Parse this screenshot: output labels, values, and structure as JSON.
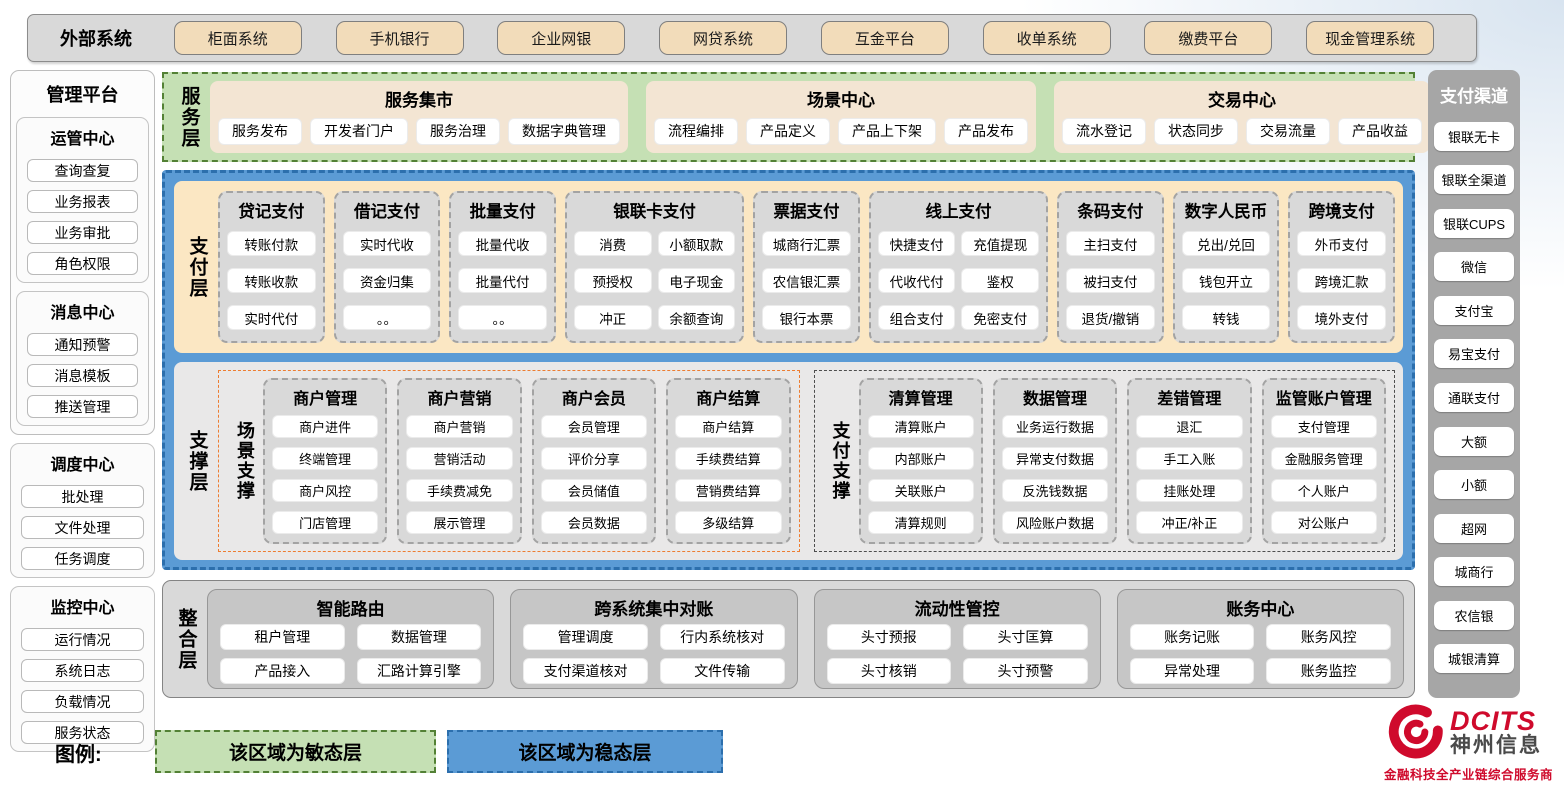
{
  "external": {
    "label": "外部系统",
    "systems": [
      "柜面系统",
      "手机银行",
      "企业网银",
      "网贷系统",
      "互金平台",
      "收单系统",
      "缴费平台",
      "现金管理系统"
    ]
  },
  "management": {
    "title": "管理平台",
    "groups": [
      {
        "title": "运管中心",
        "items": [
          "查询查复",
          "业务报表",
          "业务审批",
          "角色权限"
        ]
      },
      {
        "title": "消息中心",
        "items": [
          "通知预警",
          "消息模板",
          "推送管理"
        ]
      },
      {
        "title": "调度中心",
        "items": [
          "批处理",
          "文件处理",
          "任务调度"
        ]
      },
      {
        "title": "监控中心",
        "items": [
          "运行情况",
          "系统日志",
          "负载情况",
          "服务状态"
        ]
      }
    ]
  },
  "service_layer": {
    "label": "服务层",
    "centers": [
      {
        "title": "服务集市",
        "items": [
          "服务发布",
          "开发者门户",
          "服务治理",
          "数据字典管理"
        ]
      },
      {
        "title": "场景中心",
        "items": [
          "流程编排",
          "产品定义",
          "产品上下架",
          "产品发布"
        ]
      },
      {
        "title": "交易中心",
        "items": [
          "流水登记",
          "状态同步",
          "交易流量",
          "产品收益"
        ]
      }
    ]
  },
  "payment_layer": {
    "label": "支付层",
    "columns": [
      {
        "title": "贷记支付",
        "cols": 1,
        "items": [
          "转账付款",
          "转账收款",
          "实时代付"
        ]
      },
      {
        "title": "借记支付",
        "cols": 1,
        "items": [
          "实时代收",
          "资金归集",
          "。。"
        ]
      },
      {
        "title": "批量支付",
        "cols": 1,
        "items": [
          "批量代收",
          "批量代付",
          "。。"
        ]
      },
      {
        "title": "银联卡支付",
        "cols": 2,
        "items": [
          "消费",
          "小额取款",
          "预授权",
          "电子现金",
          "冲正",
          "余额查询"
        ]
      },
      {
        "title": "票据支付",
        "cols": 1,
        "items": [
          "城商行汇票",
          "农信银汇票",
          "银行本票"
        ]
      },
      {
        "title": "线上支付",
        "cols": 2,
        "items": [
          "快捷支付",
          "充值提现",
          "代收代付",
          "鉴权",
          "组合支付",
          "免密支付"
        ]
      },
      {
        "title": "条码支付",
        "cols": 1,
        "items": [
          "主扫支付",
          "被扫支付",
          "退货/撤销"
        ]
      },
      {
        "title": "数字人民币",
        "cols": 1,
        "items": [
          "兑出/兑回",
          "钱包开立",
          "转钱"
        ]
      },
      {
        "title": "跨境支付",
        "cols": 1,
        "items": [
          "外币支付",
          "跨境汇款",
          "境外支付"
        ]
      }
    ]
  },
  "support_layer": {
    "label": "支撑层",
    "sections": [
      {
        "label": "场景支撑",
        "accent": "#ed7d31",
        "columns": [
          {
            "title": "商户管理",
            "items": [
              "商户进件",
              "终端管理",
              "商户风控",
              "门店管理"
            ]
          },
          {
            "title": "商户营销",
            "items": [
              "商户营销",
              "营销活动",
              "手续费减免",
              "展示管理"
            ]
          },
          {
            "title": "商户会员",
            "items": [
              "会员管理",
              "评价分享",
              "会员储值",
              "会员数据"
            ]
          },
          {
            "title": "商户结算",
            "items": [
              "商户结算",
              "手续费结算",
              "营销费结算",
              "多级结算"
            ]
          }
        ]
      },
      {
        "label": "支付支撑",
        "accent": "#4d4d4d",
        "columns": [
          {
            "title": "清算管理",
            "items": [
              "清算账户",
              "内部账户",
              "关联账户",
              "清算规则"
            ]
          },
          {
            "title": "数据管理",
            "items": [
              "业务运行数据",
              "异常支付数据",
              "反洗钱数据",
              "风险账户数据"
            ]
          },
          {
            "title": "差错管理",
            "items": [
              "退汇",
              "手工入账",
              "挂账处理",
              "冲正/补正"
            ]
          },
          {
            "title": "监管账户管理",
            "items": [
              "支付管理",
              "金融服务管理",
              "个人账户",
              "对公账户"
            ]
          }
        ]
      }
    ]
  },
  "integration_layer": {
    "label": "整合层",
    "modules": [
      {
        "title": "智能路由",
        "items": [
          "租户管理",
          "数据管理",
          "产品接入",
          "汇路计算引擎"
        ]
      },
      {
        "title": "跨系统集中对账",
        "items": [
          "管理调度",
          "行内系统核对",
          "支付渠道核对",
          "文件传输"
        ]
      },
      {
        "title": "流动性管控",
        "items": [
          "头寸预报",
          "头寸匡算",
          "头寸核销",
          "头寸预警"
        ]
      },
      {
        "title": "账务中心",
        "items": [
          "账务记账",
          "账务风控",
          "异常处理",
          "账务监控"
        ]
      }
    ]
  },
  "channels": {
    "title": "支付渠道",
    "items": [
      "银联无卡",
      "银联全渠道",
      "银联CUPS",
      "微信",
      "支付宝",
      "易宝支付",
      "通联支付",
      "大额",
      "小额",
      "超网",
      "城商行",
      "农信银",
      "城银清算"
    ]
  },
  "legend": {
    "label": "图例:",
    "agile": "该区域为敏态层",
    "stable": "该区域为稳态层"
  },
  "logo": {
    "name": "DCITS",
    "cn": "神州信息",
    "tagline": "金融科技全产业链综合服务商"
  },
  "colors": {
    "agile_green": "#c5e0b4",
    "agile_border": "#538135",
    "stable_blue": "#5b9bd5",
    "stable_border": "#2c6fad",
    "scene_support_accent": "#ed7d31",
    "payment_support_accent": "#4d4d4d",
    "brand_red": "#cf0a2c"
  }
}
